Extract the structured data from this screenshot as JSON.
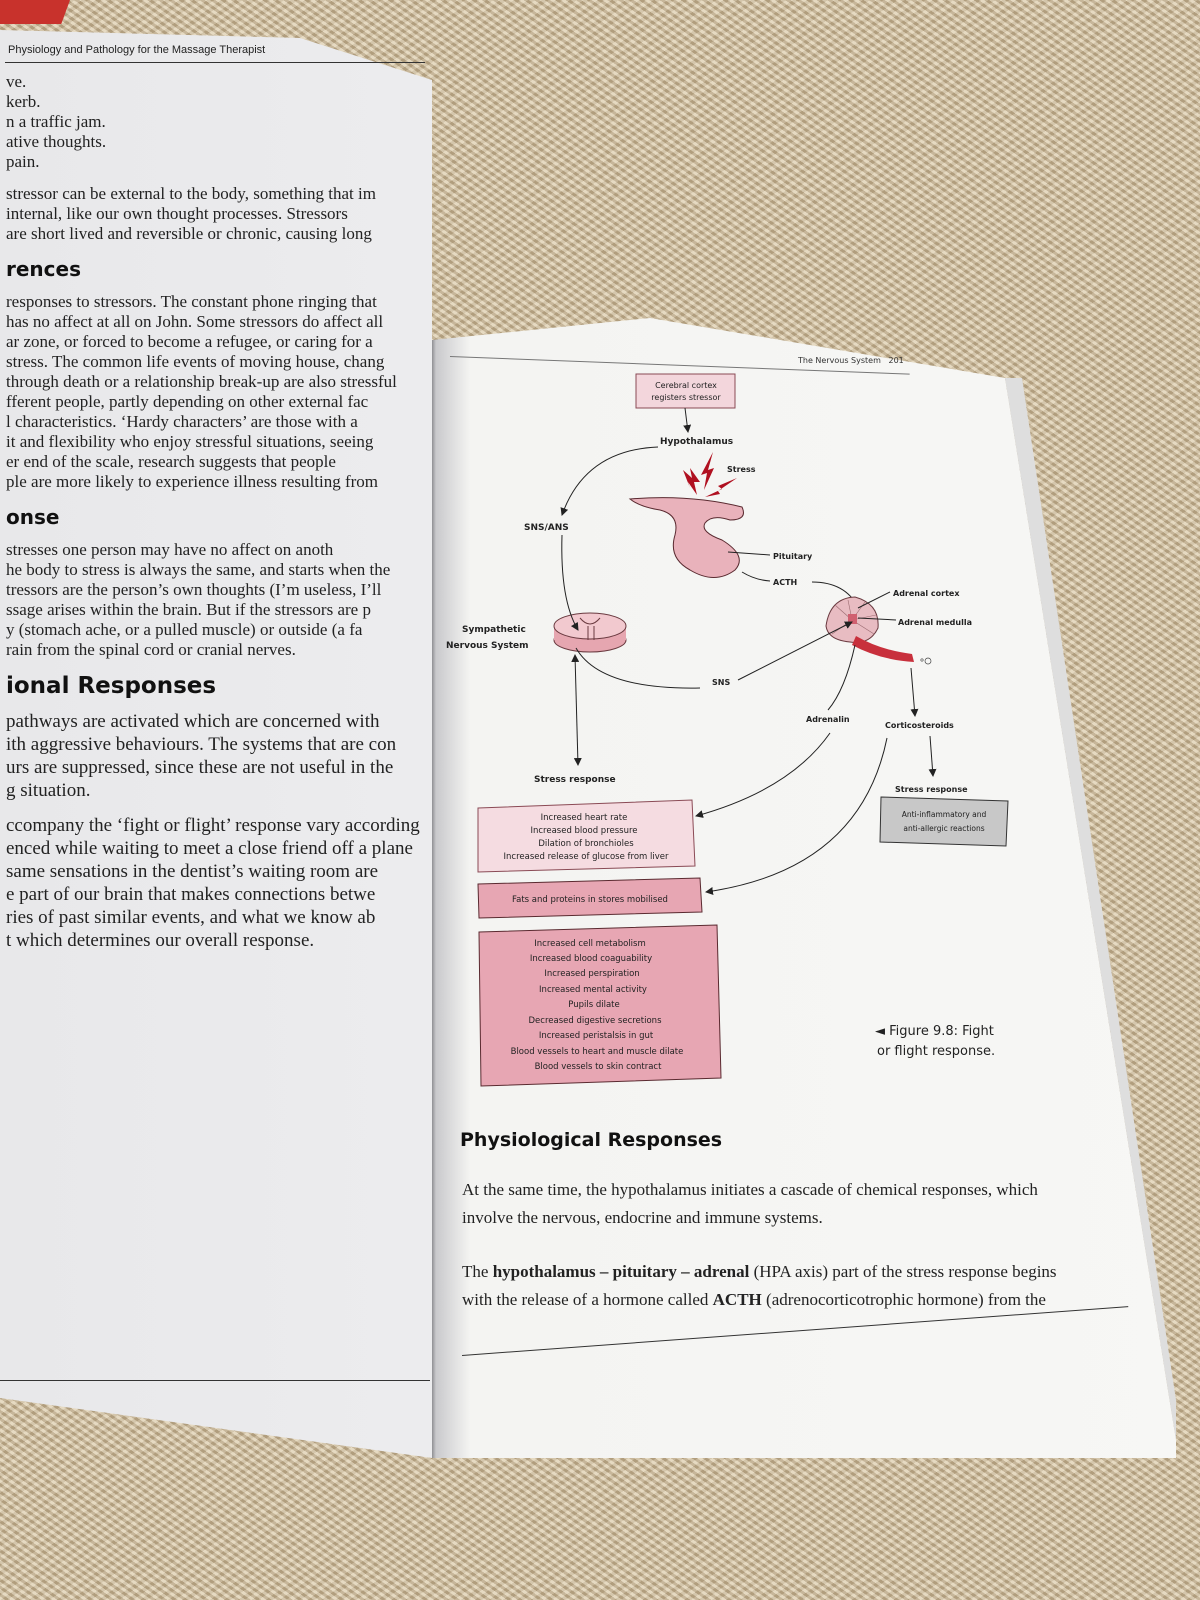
{
  "left_page": {
    "running_header": "Physiology and Pathology for the Massage Therapist",
    "list_lines": [
      "ve.",
      "kerb.",
      "n a traffic jam.",
      "ative thoughts.",
      "pain."
    ],
    "p1": [
      "stressor can be external to the body, something that im",
      "internal, like our own thought processes. Stressors",
      "are short lived and reversible or chronic, causing long"
    ],
    "h1": "rences",
    "p2": [
      "responses to stressors. The constant phone ringing that",
      "has no affect at all on John. Some stressors do affect all",
      "ar zone, or forced to become a refugee, or caring for a",
      "stress. The common life events of moving house, chang",
      "through death or a relationship break-up are also stressful",
      "fferent people, partly depending on other external fac",
      "l characteristics. ‘Hardy characters’ are those with a",
      "it and flexibility who enjoy stressful situations, seeing",
      "er end of the scale, research suggests that people",
      "ple are more likely to experience illness resulting from"
    ],
    "h2": "onse",
    "p3": [
      "stresses one person may have no affect on anoth",
      "he body to stress is always the same, and starts when the",
      "tressors are the person’s own thoughts (I’m useless, I’ll",
      "ssage arises within the brain. But if the stressors are p",
      "y (stomach ache, or a pulled muscle) or outside (a fa",
      "rain from the spinal cord or cranial nerves."
    ],
    "h3": "ional Responses",
    "p4": [
      "pathways are activated which are concerned with",
      "ith aggressive behaviours. The systems that are con",
      "urs are suppressed, since these are not useful in the",
      "g situation."
    ],
    "p5": [
      "ccompany the ‘fight or flight’ response vary according",
      "enced while waiting to meet a close friend off a plane",
      "same sensations in the dentist’s waiting room are",
      "e part of our brain that makes connections betwe",
      "ries of past similar events, and what we know ab",
      "t which determines our overall response."
    ]
  },
  "right_page": {
    "running_header": "The Nervous System",
    "page_number": "201",
    "diagram": {
      "cortex_box": [
        "Cerebral cortex",
        "registers stressor"
      ],
      "hypothalamus": "Hypothalamus",
      "stress": "Stress",
      "sns_ans": "SNS/ANS",
      "pituitary": "Pituitary",
      "acth": "ACTH",
      "adrenal_cortex": "Adrenal cortex",
      "adrenal_medulla": "Adrenal medulla",
      "sympathetic": [
        "Sympathetic",
        "Nervous System"
      ],
      "sns": "SNS",
      "adrenalin": "Adrenalin",
      "corticosteroids": "Corticosteroids",
      "stress_response_left": "Stress response",
      "stress_response_right": "Stress response",
      "box_effects_1": [
        "Increased heart rate",
        "Increased blood pressure",
        "Dilation of bronchioles",
        "Increased release of glucose from liver"
      ],
      "box_effects_2": "Fats and proteins in stores mobilised",
      "box_effects_3": [
        "Increased cell metabolism",
        "Increased blood coaguability",
        "Increased perspiration",
        "Increased mental activity",
        "Pupils dilate",
        "Decreased digestive secretions",
        "Increased peristalsis in gut",
        "Blood vessels to heart and muscle dilate",
        "Blood vessels to skin contract"
      ],
      "box_corticosteroid": [
        "Anti-inflammatory and",
        "anti-allergic reactions"
      ],
      "colors": {
        "box_light": "#f5dce1",
        "box_pink": "#e7a6b3",
        "bolt": "#b01020",
        "gland": "#e9b2bb",
        "gray_box": "#c8c8c8"
      }
    },
    "caption": [
      "◄ Figure 9.8: Fight",
      "or flight response."
    ],
    "heading": "Physiological Responses",
    "p1": [
      "At the same time, the hypothalamus initiates a cascade of chemical responses, which",
      "involve the nervous, endocrine and immune systems."
    ],
    "p2_line1": {
      "a": "The ",
      "b": "hypothalamus – pituitary – adrenal",
      "c": " (HPA axis) part of the stress response begins"
    },
    "p2_line2": {
      "a": "with the release of a hormone called ",
      "b": "ACTH",
      "c": " (adrenocorticotrophic hormone) from the"
    }
  }
}
